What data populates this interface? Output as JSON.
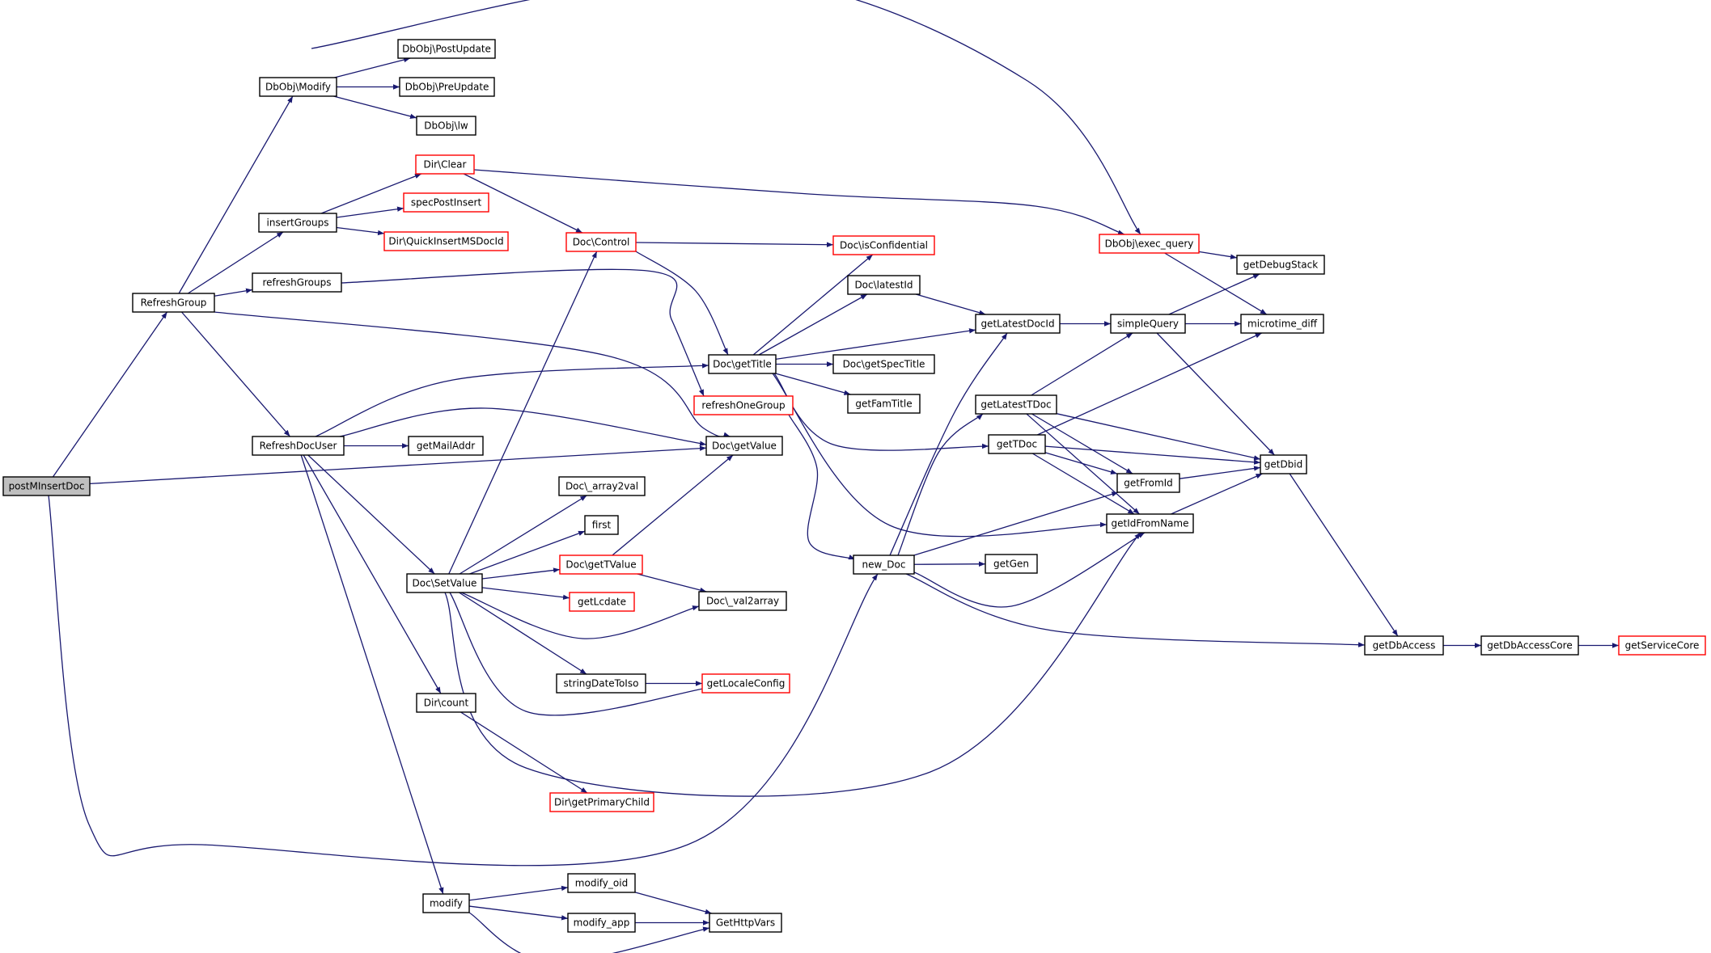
{
  "colors": {
    "edge": "#191970",
    "border_default": "#000000",
    "border_truncated": "#ff0000",
    "fill_default": "#ffffff",
    "fill_root": "#bfbfbf"
  },
  "nodes": [
    {
      "id": "postMInsertDoc",
      "label": "postMInsertDoc",
      "style": "root"
    },
    {
      "id": "RefreshGroup",
      "label": "RefreshGroup",
      "style": "normal"
    },
    {
      "id": "DbObjModify",
      "label": "DbObj\\Modify",
      "style": "normal"
    },
    {
      "id": "DbObjPostUpdate",
      "label": "DbObj\\PostUpdate",
      "style": "normal"
    },
    {
      "id": "DbObjPreUpdate",
      "label": "DbObj\\PreUpdate",
      "style": "normal"
    },
    {
      "id": "DbObjlw",
      "label": "DbObj\\lw",
      "style": "normal"
    },
    {
      "id": "DirClear",
      "label": "Dir\\Clear",
      "style": "truncated"
    },
    {
      "id": "specPostInsert",
      "label": "specPostInsert",
      "style": "truncated"
    },
    {
      "id": "insertGroups",
      "label": "insertGroups",
      "style": "normal"
    },
    {
      "id": "DirQuickInsertMSDocId",
      "label": "Dir\\QuickInsertMSDocId",
      "style": "truncated"
    },
    {
      "id": "DocControl",
      "label": "Doc\\Control",
      "style": "truncated"
    },
    {
      "id": "refreshGroups",
      "label": "refreshGroups",
      "style": "normal"
    },
    {
      "id": "RefreshDocUser",
      "label": "RefreshDocUser",
      "style": "normal"
    },
    {
      "id": "getMailAddr",
      "label": "getMailAddr",
      "style": "normal"
    },
    {
      "id": "DocgetTitle",
      "label": "Doc\\getTitle",
      "style": "normal"
    },
    {
      "id": "refreshOneGroup",
      "label": "refreshOneGroup",
      "style": "truncated"
    },
    {
      "id": "DocgetValue",
      "label": "Doc\\getValue",
      "style": "normal"
    },
    {
      "id": "Doc_array2val",
      "label": "Doc\\_array2val",
      "style": "normal"
    },
    {
      "id": "first",
      "label": "first",
      "style": "normal"
    },
    {
      "id": "DocgetTValue",
      "label": "Doc\\getTValue",
      "style": "truncated"
    },
    {
      "id": "DocSetValue",
      "label": "Doc\\SetValue",
      "style": "normal"
    },
    {
      "id": "getLcdate",
      "label": "getLcdate",
      "style": "truncated"
    },
    {
      "id": "Doc_val2array",
      "label": "Doc\\_val2array",
      "style": "normal"
    },
    {
      "id": "stringDateToIso",
      "label": "stringDateToIso",
      "style": "normal"
    },
    {
      "id": "getLocaleConfig",
      "label": "getLocaleConfig",
      "style": "truncated"
    },
    {
      "id": "Dircount",
      "label": "Dir\\count",
      "style": "normal"
    },
    {
      "id": "DirgetPrimaryChild",
      "label": "Dir\\getPrimaryChild",
      "style": "truncated"
    },
    {
      "id": "modify",
      "label": "modify",
      "style": "normal"
    },
    {
      "id": "modify_oid",
      "label": "modify_oid",
      "style": "normal"
    },
    {
      "id": "modify_app",
      "label": "modify_app",
      "style": "normal"
    },
    {
      "id": "GetHttpVars",
      "label": "GetHttpVars",
      "style": "normal"
    },
    {
      "id": "DocisConfidential",
      "label": "Doc\\isConfidential",
      "style": "truncated"
    },
    {
      "id": "DoclatestId",
      "label": "Doc\\latestId",
      "style": "normal"
    },
    {
      "id": "DocgetSpecTitle",
      "label": "Doc\\getSpecTitle",
      "style": "normal"
    },
    {
      "id": "getFamTitle",
      "label": "getFamTitle",
      "style": "normal"
    },
    {
      "id": "new_Doc",
      "label": "new_Doc",
      "style": "normal"
    },
    {
      "id": "getGen",
      "label": "getGen",
      "style": "normal"
    },
    {
      "id": "getLatestTDoc",
      "label": "getLatestTDoc",
      "style": "normal"
    },
    {
      "id": "getTDoc",
      "label": "getTDoc",
      "style": "normal"
    },
    {
      "id": "getLatestDocId",
      "label": "getLatestDocId",
      "style": "normal"
    },
    {
      "id": "DbObjexec_query",
      "label": "DbObj\\exec_query",
      "style": "truncated"
    },
    {
      "id": "simpleQuery",
      "label": "simpleQuery",
      "style": "normal"
    },
    {
      "id": "getFromId",
      "label": "getFromId",
      "style": "normal"
    },
    {
      "id": "getIdFromName",
      "label": "getIdFromName",
      "style": "normal"
    },
    {
      "id": "getDebugStack",
      "label": "getDebugStack",
      "style": "normal"
    },
    {
      "id": "microtime_diff",
      "label": "microtime_diff",
      "style": "normal"
    },
    {
      "id": "getDbid",
      "label": "getDbid",
      "style": "normal"
    },
    {
      "id": "getDbAccess",
      "label": "getDbAccess",
      "style": "normal"
    },
    {
      "id": "getDbAccessCore",
      "label": "getDbAccessCore",
      "style": "normal"
    },
    {
      "id": "getServiceCore",
      "label": "getServiceCore",
      "style": "truncated"
    }
  ],
  "edges": [
    [
      "postMInsertDoc",
      "RefreshGroup"
    ],
    [
      "postMInsertDoc",
      "DocgetValue"
    ],
    [
      "postMInsertDoc",
      "new_Doc"
    ],
    [
      "RefreshGroup",
      "DbObjModify"
    ],
    [
      "RefreshGroup",
      "insertGroups"
    ],
    [
      "RefreshGroup",
      "refreshGroups"
    ],
    [
      "RefreshGroup",
      "RefreshDocUser"
    ],
    [
      "RefreshGroup",
      "DocgetValue"
    ],
    [
      "DbObjModify",
      "DbObjPostUpdate"
    ],
    [
      "DbObjModify",
      "DbObjPreUpdate"
    ],
    [
      "DbObjModify",
      "DbObjlw"
    ],
    [
      "DbObjModify",
      "DbObjexec_query"
    ],
    [
      "insertGroups",
      "DirClear"
    ],
    [
      "insertGroups",
      "specPostInsert"
    ],
    [
      "insertGroups",
      "DirQuickInsertMSDocId"
    ],
    [
      "DirClear",
      "DocControl"
    ],
    [
      "DirClear",
      "DbObjexec_query"
    ],
    [
      "refreshGroups",
      "refreshOneGroup"
    ],
    [
      "RefreshDocUser",
      "getMailAddr"
    ],
    [
      "RefreshDocUser",
      "DocgetTitle"
    ],
    [
      "RefreshDocUser",
      "DocgetValue"
    ],
    [
      "RefreshDocUser",
      "DocSetValue"
    ],
    [
      "RefreshDocUser",
      "Dircount"
    ],
    [
      "RefreshDocUser",
      "modify"
    ],
    [
      "DocControl",
      "DocisConfidential"
    ],
    [
      "DocControl",
      "DocgetTitle"
    ],
    [
      "DocSetValue",
      "DocControl"
    ],
    [
      "DocSetValue",
      "Doc_array2val"
    ],
    [
      "DocSetValue",
      "first"
    ],
    [
      "DocSetValue",
      "DocgetTValue"
    ],
    [
      "DocSetValue",
      "getLcdate"
    ],
    [
      "DocSetValue",
      "Doc_val2array"
    ],
    [
      "DocSetValue",
      "stringDateToIso"
    ],
    [
      "DocSetValue",
      "getLocaleConfig"
    ],
    [
      "DocSetValue",
      "getIdFromName"
    ],
    [
      "DocgetTValue",
      "DocgetValue"
    ],
    [
      "DocgetTValue",
      "Doc_val2array"
    ],
    [
      "stringDateToIso",
      "getLocaleConfig"
    ],
    [
      "Dircount",
      "DirgetPrimaryChild"
    ],
    [
      "modify",
      "modify_oid"
    ],
    [
      "modify",
      "modify_app"
    ],
    [
      "modify",
      "GetHttpVars"
    ],
    [
      "modify_oid",
      "GetHttpVars"
    ],
    [
      "modify_app",
      "GetHttpVars"
    ],
    [
      "DocgetTitle",
      "DocisConfidential"
    ],
    [
      "DocgetTitle",
      "DoclatestId"
    ],
    [
      "DocgetTitle",
      "getLatestDocId"
    ],
    [
      "DocgetTitle",
      "DocgetSpecTitle"
    ],
    [
      "DocgetTitle",
      "getFamTitle"
    ],
    [
      "DocgetTitle",
      "getTDoc"
    ],
    [
      "DocgetTitle",
      "getIdFromName"
    ],
    [
      "refreshOneGroup",
      "new_Doc"
    ],
    [
      "DoclatestId",
      "getLatestDocId"
    ],
    [
      "new_Doc",
      "getLatestDocId"
    ],
    [
      "new_Doc",
      "getLatestTDoc"
    ],
    [
      "new_Doc",
      "getGen"
    ],
    [
      "new_Doc",
      "getFromId"
    ],
    [
      "new_Doc",
      "getIdFromName"
    ],
    [
      "new_Doc",
      "getDbAccess"
    ],
    [
      "getLatestDocId",
      "simpleQuery"
    ],
    [
      "getLatestTDoc",
      "simpleQuery"
    ],
    [
      "getLatestTDoc",
      "getFromId"
    ],
    [
      "getLatestTDoc",
      "getIdFromName"
    ],
    [
      "getLatestTDoc",
      "getDbid"
    ],
    [
      "getTDoc",
      "microtime_diff"
    ],
    [
      "getTDoc",
      "getFromId"
    ],
    [
      "getTDoc",
      "getIdFromName"
    ],
    [
      "getTDoc",
      "getDbid"
    ],
    [
      "DbObjexec_query",
      "getDebugStack"
    ],
    [
      "DbObjexec_query",
      "microtime_diff"
    ],
    [
      "simpleQuery",
      "getDebugStack"
    ],
    [
      "simpleQuery",
      "microtime_diff"
    ],
    [
      "simpleQuery",
      "getDbid"
    ],
    [
      "getFromId",
      "getDbid"
    ],
    [
      "getIdFromName",
      "getDbid"
    ],
    [
      "getDbid",
      "getDbAccess"
    ],
    [
      "getDbAccess",
      "getDbAccessCore"
    ],
    [
      "getDbAccessCore",
      "getServiceCore"
    ]
  ]
}
